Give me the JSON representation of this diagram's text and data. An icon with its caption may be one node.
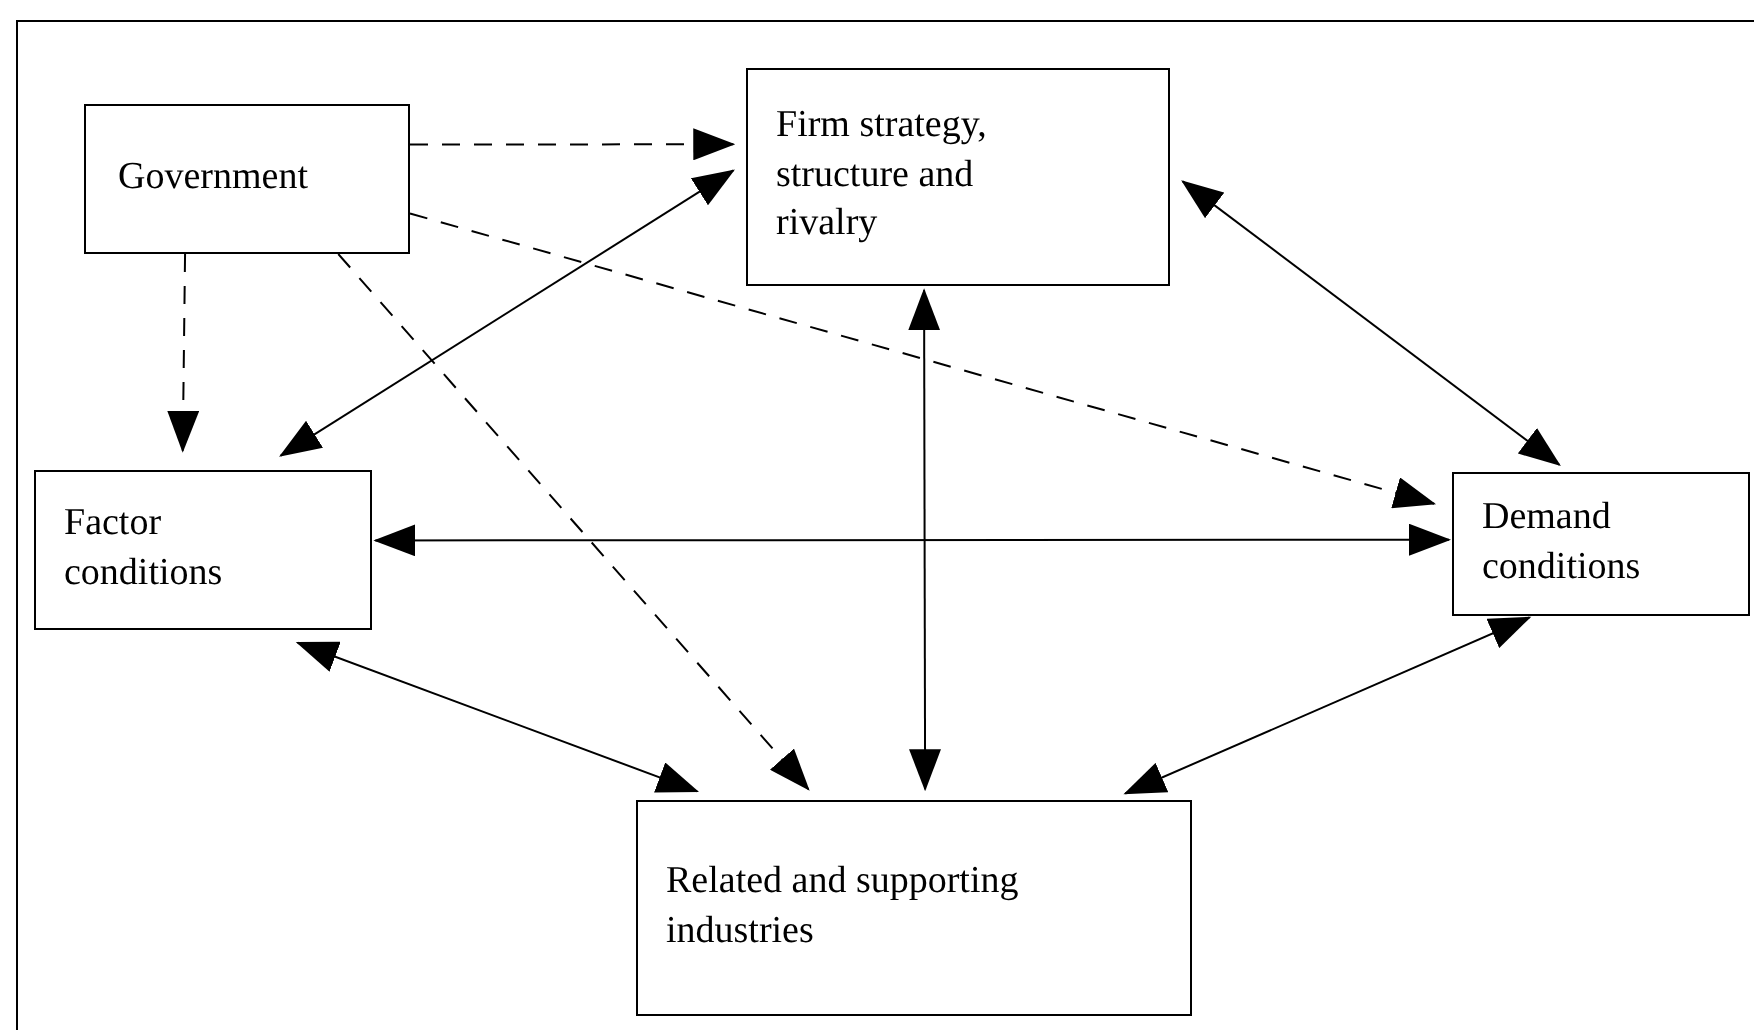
{
  "diagram": {
    "nodes": [
      {
        "text": [
          "Government"
        ]
      },
      {
        "text": [
          "Firm strategy, structure and rivalry"
        ]
      },
      {
        "text": [
          "Factor conditions"
        ]
      },
      {
        "text": [
          "Demand conditions"
        ]
      },
      {
        "text": [
          "Related and supporting industries"
        ]
      }
    ],
    "edges": [
      {
        "from": 0,
        "to": 1,
        "arrow": "to",
        "style": "dashed"
      },
      {
        "from": 0,
        "to": 2,
        "arrow": "to",
        "style": "dashed"
      },
      {
        "from": 0,
        "to": 3,
        "arrow": "to",
        "style": "dashed"
      },
      {
        "from": 0,
        "to": 4,
        "arrow": "to",
        "style": "dashed"
      },
      {
        "from": 1,
        "to": 2,
        "arrow": "both"
      },
      {
        "from": 1,
        "to": 3,
        "arrow": "both"
      },
      {
        "from": 1,
        "to": 4,
        "arrow": "both"
      },
      {
        "from": 2,
        "to": 3,
        "arrow": "both"
      },
      {
        "from": 2,
        "to": 4,
        "arrow": "both"
      },
      {
        "from": 3,
        "to": 4,
        "arrow": "both"
      }
    ]
  }
}
